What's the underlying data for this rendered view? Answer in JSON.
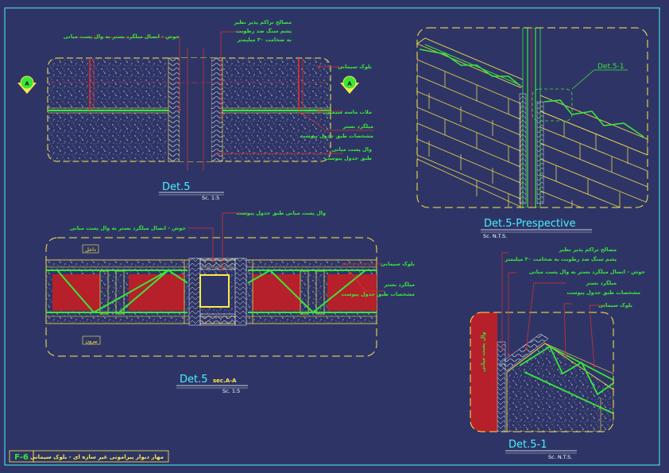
{
  "colors": {
    "background": "#2e3566",
    "frame": "#49f0ff",
    "outline": "#ffe94a",
    "rebar": "#39e639",
    "insulation": "#b6202b",
    "dimension": "#e03030",
    "text": "#39e639"
  },
  "det5_plan": {
    "title": "Det.5",
    "scale": "Sc. 1:5",
    "section_mark": "A",
    "labels": {
      "joint": "جوش - اتصال میلگرد بستر به وال پست میانی",
      "sealant_1": "مصالح تراکم پذیر نظیر",
      "sealant_2": "پشم سنگ ضد رطوبت",
      "sealant_3": "به ضخامت ۳۰ میلیمتر",
      "block": "بلوک سیمانی",
      "mortar": "ملات ماسه سیمان",
      "rebar_1": "میلگرد بستر",
      "rebar_2": "مشخصات طبق جدول پیوست",
      "post_1": "وال پست میانی",
      "post_2": "طبق جدول پیوست"
    }
  },
  "perspective": {
    "title": "Det.5-Prespective",
    "scale": "Sc. N.T.S.",
    "callout": "Det.5-1"
  },
  "section_aa": {
    "title": "Det.5",
    "title_suffix": "sec.A-A",
    "scale": "Sc. 1:5",
    "inside": "داخل",
    "outside": "بیرون",
    "labels": {
      "post": "وال پست میانی طبق جدول پیوست",
      "joint": "جوش - اتصال میلگرد بستر به وال پست میانی",
      "block": "بلوک سیمانی",
      "rebar_1": "میلگرد بستر",
      "rebar_2": "مشخصات طبق جدول پیوست"
    }
  },
  "det5_1": {
    "title": "Det.5-1",
    "scale": "Sc. N.T.S.",
    "post_vertical": "وال پست میانی",
    "labels": {
      "sealant_1": "مصالح تراکم پذیر نظیر",
      "sealant_2": "پشم سنگ ضد رطوبت به ضخامت ۳۰ میلیمتر",
      "joint": "جوش - اتصال میلگرد بستر به وال پست میانی",
      "rebar_1": "میلگرد بستر",
      "rebar_2": "مشخصات طبق جدول پیوست",
      "block": "بلوک سیمانی"
    }
  },
  "footer": {
    "code": "F-6",
    "title": "مهار دیوار پیرامونی غیر سازه ای - بلوک سیمانی"
  }
}
